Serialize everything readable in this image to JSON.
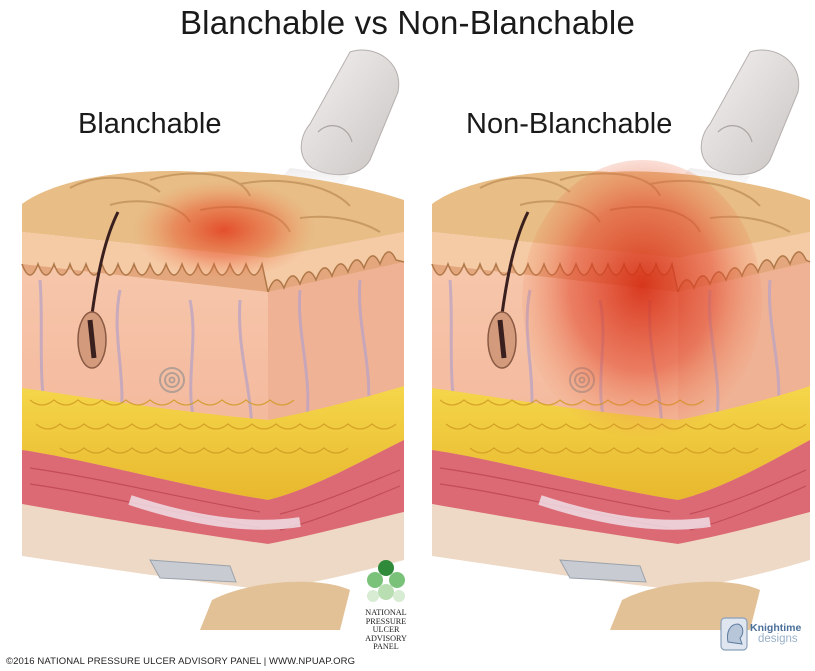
{
  "title": "Blanchable vs Non-Blanchable",
  "panels": [
    {
      "label": "Blanchable"
    },
    {
      "label": "Non-Blanchable"
    }
  ],
  "footer": {
    "copyright": "©2016 NATIONAL PRESSURE ULCER ADVISORY PANEL  |  WWW.NPUAP.ORG",
    "npuap_lines": [
      "NATIONAL",
      "PRESSURE",
      "ULCER",
      "ADVISORY",
      "PANEL"
    ],
    "credit_name": "Knightime",
    "credit_sub": "designs"
  },
  "colors": {
    "skin": "#f5bfa2",
    "epidermis": "#e9c08d",
    "fat": "#f2cf3f",
    "muscle": "#dc6a74",
    "redness": "#e23b1b",
    "hair": "#3a1f1f"
  }
}
